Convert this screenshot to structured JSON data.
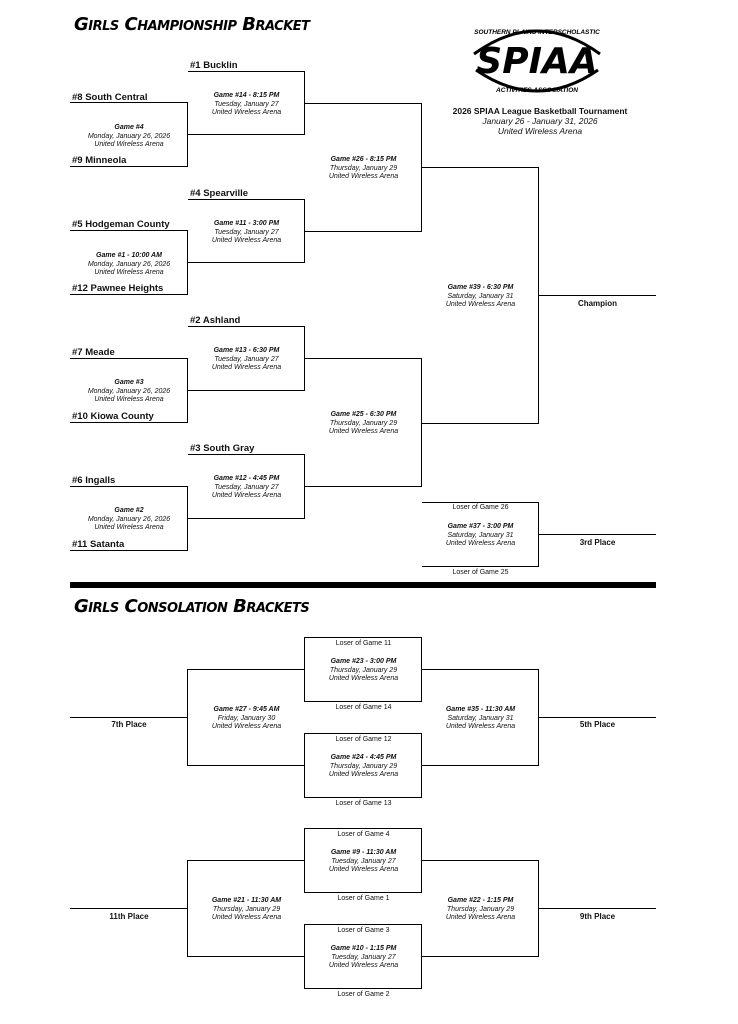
{
  "titles": {
    "championship": "Girls Championship Bracket",
    "consolation": "Girls Consolation Brackets"
  },
  "logo": {
    "top_text": "SOUTHERN PLAINS INTERSCHOLASTIC",
    "main": "SPIAA",
    "bottom_text": "ACTIVITIES ASSOCIATION"
  },
  "tournament": {
    "name": "2026 SPIAA League Basketball Tournament",
    "dates": "January 26 - January 31, 2026",
    "venue": "United Wireless Arena"
  },
  "teams": {
    "s1": "#1 Bucklin",
    "s8": "#8 South Central",
    "s9": "#9 Minneola",
    "s4": "#4 Spearville",
    "s5": "#5 Hodgeman County",
    "s12": "#12 Pawnee Heights",
    "s2": "#2 Ashland",
    "s7": "#7 Meade",
    "s10": "#10 Kiowa County",
    "s3": "#3 South Gray",
    "s6": "#6 Ingalls",
    "s11": "#11 Satanta"
  },
  "games": {
    "g4": {
      "title": "Game #4",
      "date": "Monday, January 26, 2026",
      "venue": "United Wireless Arena"
    },
    "g1": {
      "title": "Game #1 - 10:00 AM",
      "date": "Monday, January 26, 2026",
      "venue": "United Wireless Arena"
    },
    "g3": {
      "title": "Game #3",
      "date": "Monday, January 26, 2026",
      "venue": "United Wireless Arena"
    },
    "g2": {
      "title": "Game #2",
      "date": "Monday, January 26, 2026",
      "venue": "United Wireless Arena"
    },
    "g14": {
      "title": "Game #14 - 8:15 PM",
      "date": "Tuesday, January 27",
      "venue": "United Wireless Arena"
    },
    "g11": {
      "title": "Game #11 - 3:00 PM",
      "date": "Tuesday, January 27",
      "venue": "United Wireless Arena"
    },
    "g13": {
      "title": "Game #13 - 6:30 PM",
      "date": "Tuesday, January 27",
      "venue": "United Wireless Arena"
    },
    "g12": {
      "title": "Game #12 - 4:45 PM",
      "date": "Tuesday, January 27",
      "venue": "United Wireless Arena"
    },
    "g26": {
      "title": "Game #26 - 8:15 PM",
      "date": "Thursday, January 29",
      "venue": "United Wireless Arena"
    },
    "g25": {
      "title": "Game #25 - 6:30 PM",
      "date": "Thursday, January 29",
      "venue": "United Wireless Arena"
    },
    "g39": {
      "title": "Game #39 - 6:30 PM",
      "date": "Saturday, January 31",
      "venue": "United Wireless Arena"
    },
    "g37": {
      "title": "Game #37 - 3:00 PM",
      "date": "Saturday, January 31",
      "venue": "United Wireless Arena"
    },
    "g23": {
      "title": "Game #23 - 3:00 PM",
      "date": "Thursday, January 29",
      "venue": "United Wireless Arena"
    },
    "g24": {
      "title": "Game #24 - 4:45 PM",
      "date": "Thursday, January 29",
      "venue": "United Wireless Arena"
    },
    "g27": {
      "title": "Game #27 - 9:45 AM",
      "date": "Friday, January 30",
      "venue": "United Wireless Arena"
    },
    "g35": {
      "title": "Game #35 - 11:30 AM",
      "date": "Saturday, January 31",
      "venue": "United Wireless Arena"
    },
    "g9": {
      "title": "Game #9 - 11:30 AM",
      "date": "Tuesday, January 27",
      "venue": "United Wireless Arena"
    },
    "g10": {
      "title": "Game #10 - 1:15 PM",
      "date": "Tuesday, January 27",
      "venue": "United Wireless Arena"
    },
    "g21": {
      "title": "Game #21 - 11:30 AM",
      "date": "Thursday, January 29",
      "venue": "United Wireless Arena"
    },
    "g22": {
      "title": "Game #22 - 1:15 PM",
      "date": "Thursday, January 29",
      "venue": "United Wireless Arena"
    }
  },
  "losers": {
    "l26": "Loser of Game 26",
    "l25": "Loser of Game 25",
    "l11": "Loser of Game 11",
    "l14": "Loser of Game 14",
    "l12": "Loser of Game 12",
    "l13": "Loser of Game 13",
    "l4": "Loser of Game 4",
    "l1": "Loser of Game 1",
    "l3": "Loser of Game 3",
    "l2": "Loser of Game 2"
  },
  "places": {
    "champion": "Champion",
    "third": "3rd Place",
    "seventh": "7th Place",
    "fifth": "5th Place",
    "eleventh": "11th Place",
    "ninth": "9th Place"
  }
}
